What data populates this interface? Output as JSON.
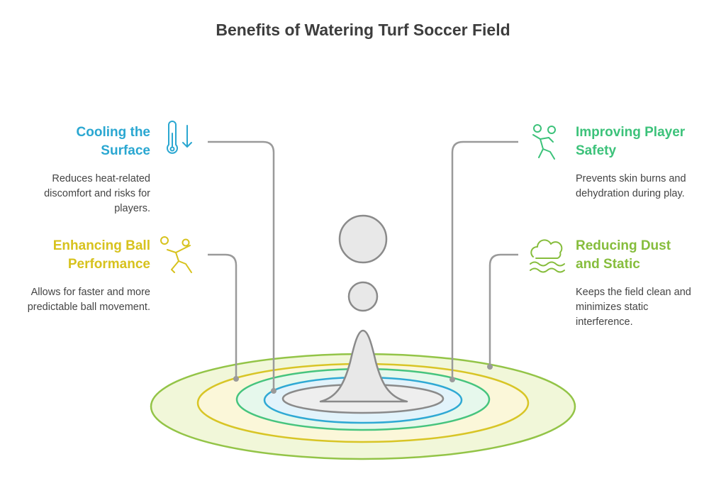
{
  "title": "Benefits of Watering Turf Soccer Field",
  "colors": {
    "cooling": "#2aa7d1",
    "ball": "#d7c21d",
    "safety": "#3cc27a",
    "dust": "#86bd3c",
    "connector": "#9a9a9a",
    "drop": "#e6e6e6",
    "drop_stroke": "#8a8a8a"
  },
  "benefits": {
    "cooling": {
      "heading": "Cooling the Surface",
      "description": "Reduces heat-related discomfort and risks for players.",
      "icon": "thermometer-down-icon"
    },
    "ball": {
      "heading": "Enhancing Ball Performance",
      "description": "Allows for faster and more predictable ball movement.",
      "icon": "player-ball-icon"
    },
    "safety": {
      "heading": "Improving Player Safety",
      "description": "Prevents skin burns and dehydration during play.",
      "icon": "player-running-icon"
    },
    "dust": {
      "heading": "Reducing Dust and Static",
      "description": "Keeps the field clean and minimizes static interference.",
      "icon": "cloud-wind-icon"
    }
  }
}
